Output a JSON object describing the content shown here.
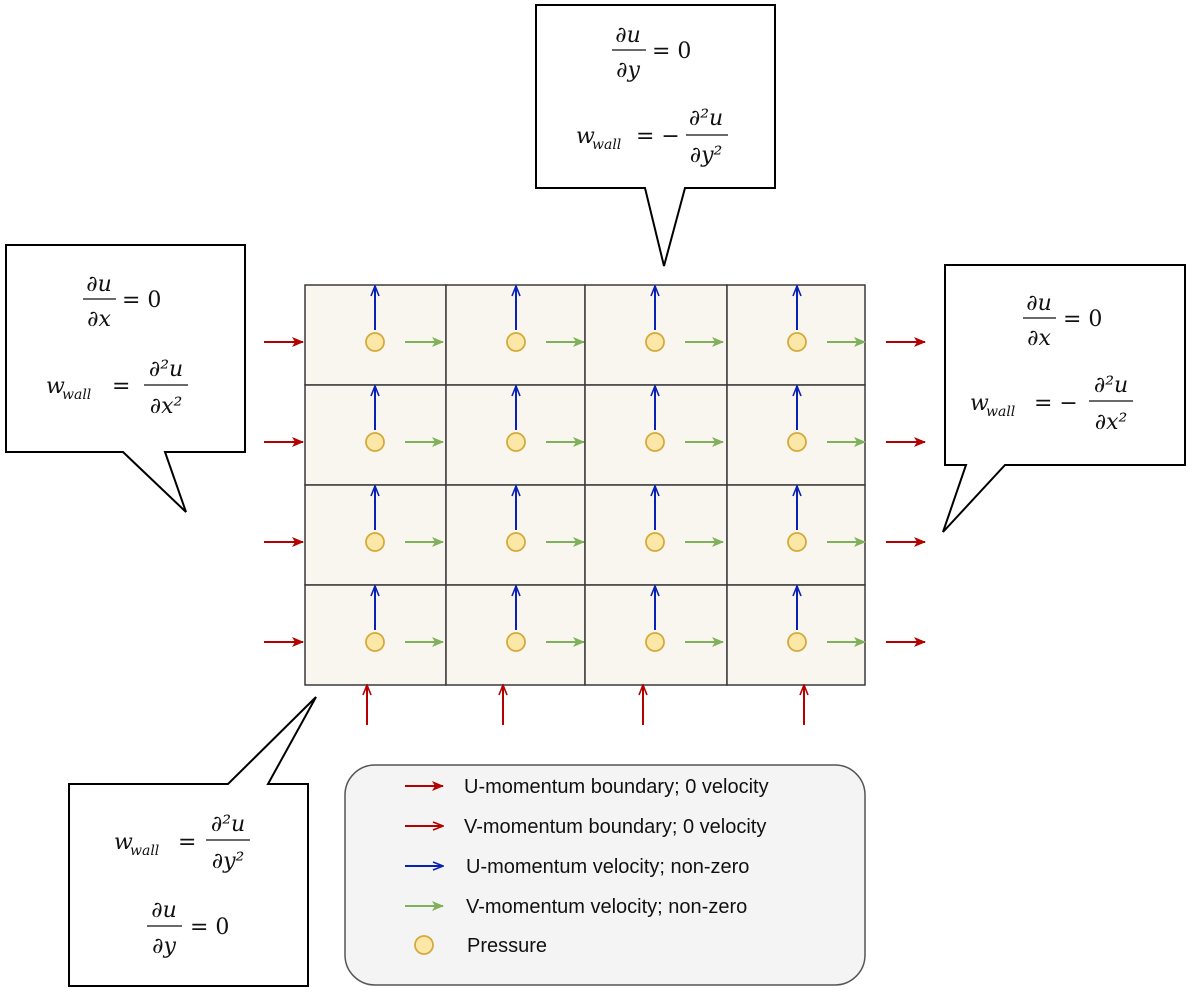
{
  "colors": {
    "cell_fill": "#f8f6ee",
    "grid_line": "#3a3a3a",
    "u_boundary": "#b30000",
    "v_boundary": "#b30000",
    "u_velocity": "#0a22b4",
    "v_velocity": "#7fb05a",
    "pressure_fill": "#fbe7a7",
    "pressure_stroke": "#d4aa3c",
    "legend_fill": "#f4f4f4",
    "legend_stroke": "#555555"
  },
  "grid": {
    "rows": 4,
    "cols": 4
  },
  "callouts": {
    "top": {
      "line1": {
        "num": "∂u",
        "den": "∂y",
        "rhs": "= 0"
      },
      "line2": {
        "lhs": "w",
        "sub": "wall",
        "eq": "= −",
        "num": "∂²u",
        "den": "∂y²"
      }
    },
    "left": {
      "line1": {
        "num": "∂u",
        "den": "∂x",
        "rhs": "= 0"
      },
      "line2": {
        "lhs": "w",
        "sub": "wall",
        "eq": "=",
        "num": "∂²u",
        "den": "∂x²"
      }
    },
    "right": {
      "line1": {
        "num": "∂u",
        "den": "∂x",
        "rhs": "= 0"
      },
      "line2": {
        "lhs": "w",
        "sub": "wall",
        "eq": "= −",
        "num": "∂²u",
        "den": "∂x²"
      }
    },
    "bottom": {
      "line1": {
        "lhs": "w",
        "sub": "wall",
        "eq": "=",
        "num": "∂²u",
        "den": "∂y²"
      },
      "line2": {
        "num": "∂u",
        "den": "∂y",
        "rhs": "= 0"
      }
    }
  },
  "legend": {
    "items": [
      {
        "icon": "u-boundary-arrow-icon",
        "label": "U-momentum boundary; 0 velocity"
      },
      {
        "icon": "v-boundary-arrow-icon",
        "label": "V-momentum boundary; 0 velocity"
      },
      {
        "icon": "u-velocity-arrow-icon",
        "label": "U-momentum velocity; non-zero"
      },
      {
        "icon": "v-velocity-arrow-icon",
        "label": "V-momentum velocity; non-zero"
      },
      {
        "icon": "pressure-circle-icon",
        "label": "Pressure"
      }
    ]
  }
}
